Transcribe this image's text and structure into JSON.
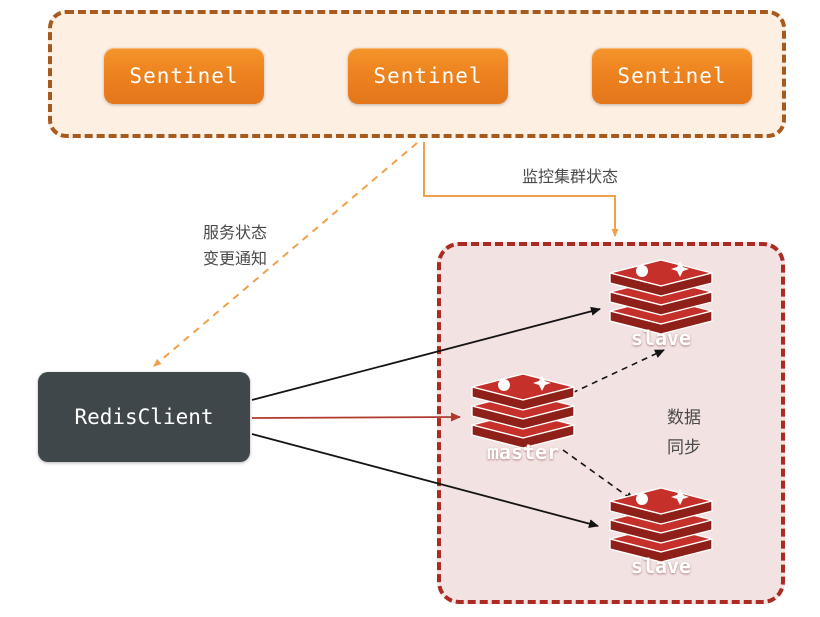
{
  "sentinel_group": {
    "nodes": [
      {
        "label": "Sentinel"
      },
      {
        "label": "Sentinel"
      },
      {
        "label": "Sentinel"
      }
    ]
  },
  "client": {
    "label": "RedisClient"
  },
  "cluster": {
    "nodes": [
      {
        "role": "slave-top",
        "label": "slave"
      },
      {
        "role": "master",
        "label": "master"
      },
      {
        "role": "slave-bottom",
        "label": "slave"
      }
    ]
  },
  "labels": {
    "monitor": "监控集群状态",
    "notify": "服务状态\n变更通知",
    "sync": "数据\n同步"
  },
  "colors": {
    "sentinel_fill": "#ed831f",
    "sentinel_group_border": "#a65a1e",
    "sentinel_group_bg": "#fdf0e2",
    "cluster_border": "#ab2b24",
    "cluster_bg": "#f3e2e2",
    "client_bg": "#40474a",
    "redis_red": "#c6302b",
    "redis_dark": "#8e2019",
    "arrow_black": "#141414",
    "arrow_orange": "#f0a04a",
    "arrow_red": "#b03a2e",
    "label_text": "#4a4a4a"
  }
}
